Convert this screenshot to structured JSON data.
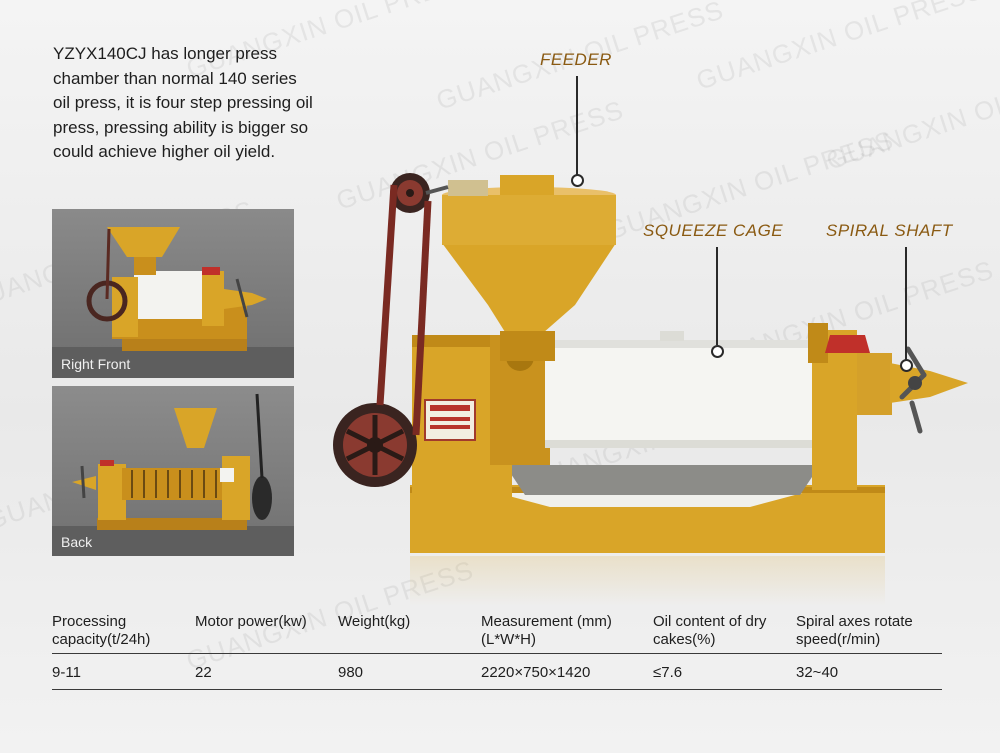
{
  "watermark": "GUANGXIN OIL PRESS",
  "intro_text": "YZYX140CJ has longer press chamber than normal 140 series oil press, it is four step pressing oil press, pressing ability is bigger so could achieve higher oil yield.",
  "thumbnails": [
    {
      "caption": "Right Front"
    },
    {
      "caption": "Back"
    }
  ],
  "callouts": {
    "feeder": "FEEDER",
    "squeeze_cage": "SQUEEZE CAGE",
    "spiral_shaft": "SPIRAL SHAFT"
  },
  "spec_table": {
    "headers": [
      "Processing capacity(t/24h)",
      "Motor power(kw)",
      "Weight(kg)",
      "Measurement (mm)(L*W*H)",
      "Oil content of dry cakes(%)",
      "Spiral axes rotate speed(r/min)"
    ],
    "rows": [
      [
        "9-11",
        "22",
        "980",
        "2220×750×1420",
        "≤7.6",
        "32~40"
      ]
    ]
  },
  "colors": {
    "machine_gold": "#d9a528",
    "machine_dark_gold": "#b07d10",
    "cage_white": "#f5f5f2",
    "pulley_red": "#7a2a22",
    "callout_text": "#8a5a12"
  }
}
